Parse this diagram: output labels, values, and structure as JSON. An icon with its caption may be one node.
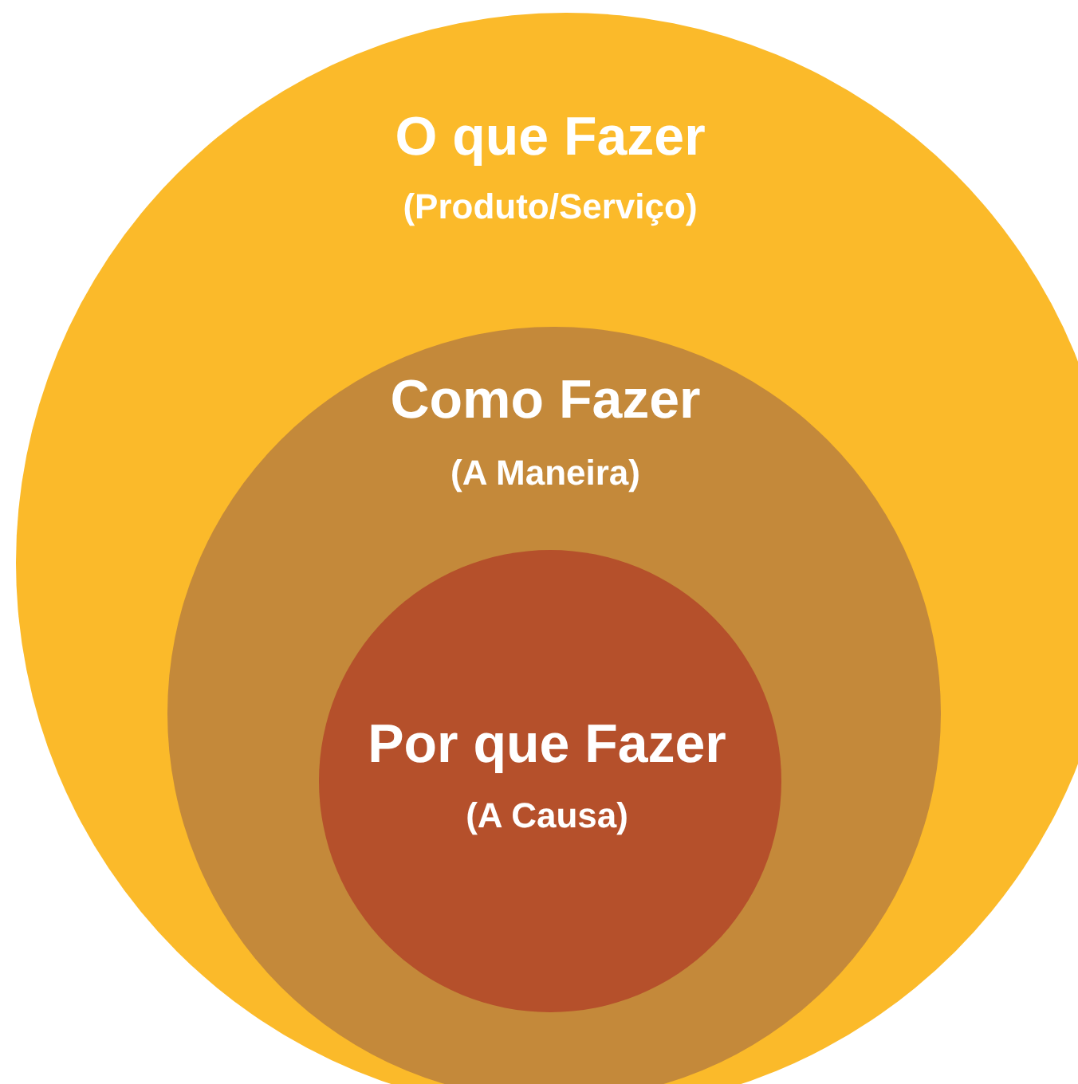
{
  "diagram": {
    "nodes": [
      {
        "text": [
          "O que Fazer",
          "(Produto/Serviço)"
        ]
      },
      {
        "text": [
          "Como Fazer",
          "(A Maneira)"
        ],
        "in": 0
      },
      {
        "text": [
          "Por que Fazer",
          "(A Causa)"
        ],
        "in": 1
      }
    ]
  }
}
